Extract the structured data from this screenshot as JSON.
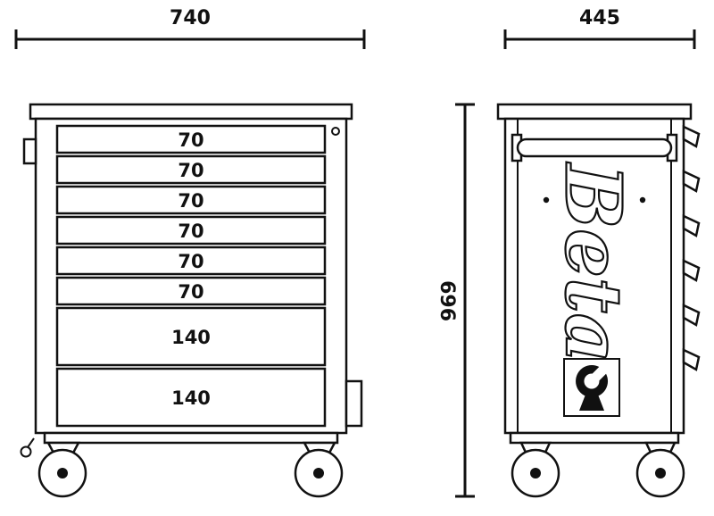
{
  "diagram": {
    "front_width_label": "740",
    "side_width_label": "445",
    "height_label": "969",
    "drawer_labels": [
      "70",
      "70",
      "70",
      "70",
      "70",
      "70",
      "140",
      "140"
    ],
    "brand_label": "Beta",
    "line_color": "#111111",
    "background_color": "#ffffff"
  }
}
